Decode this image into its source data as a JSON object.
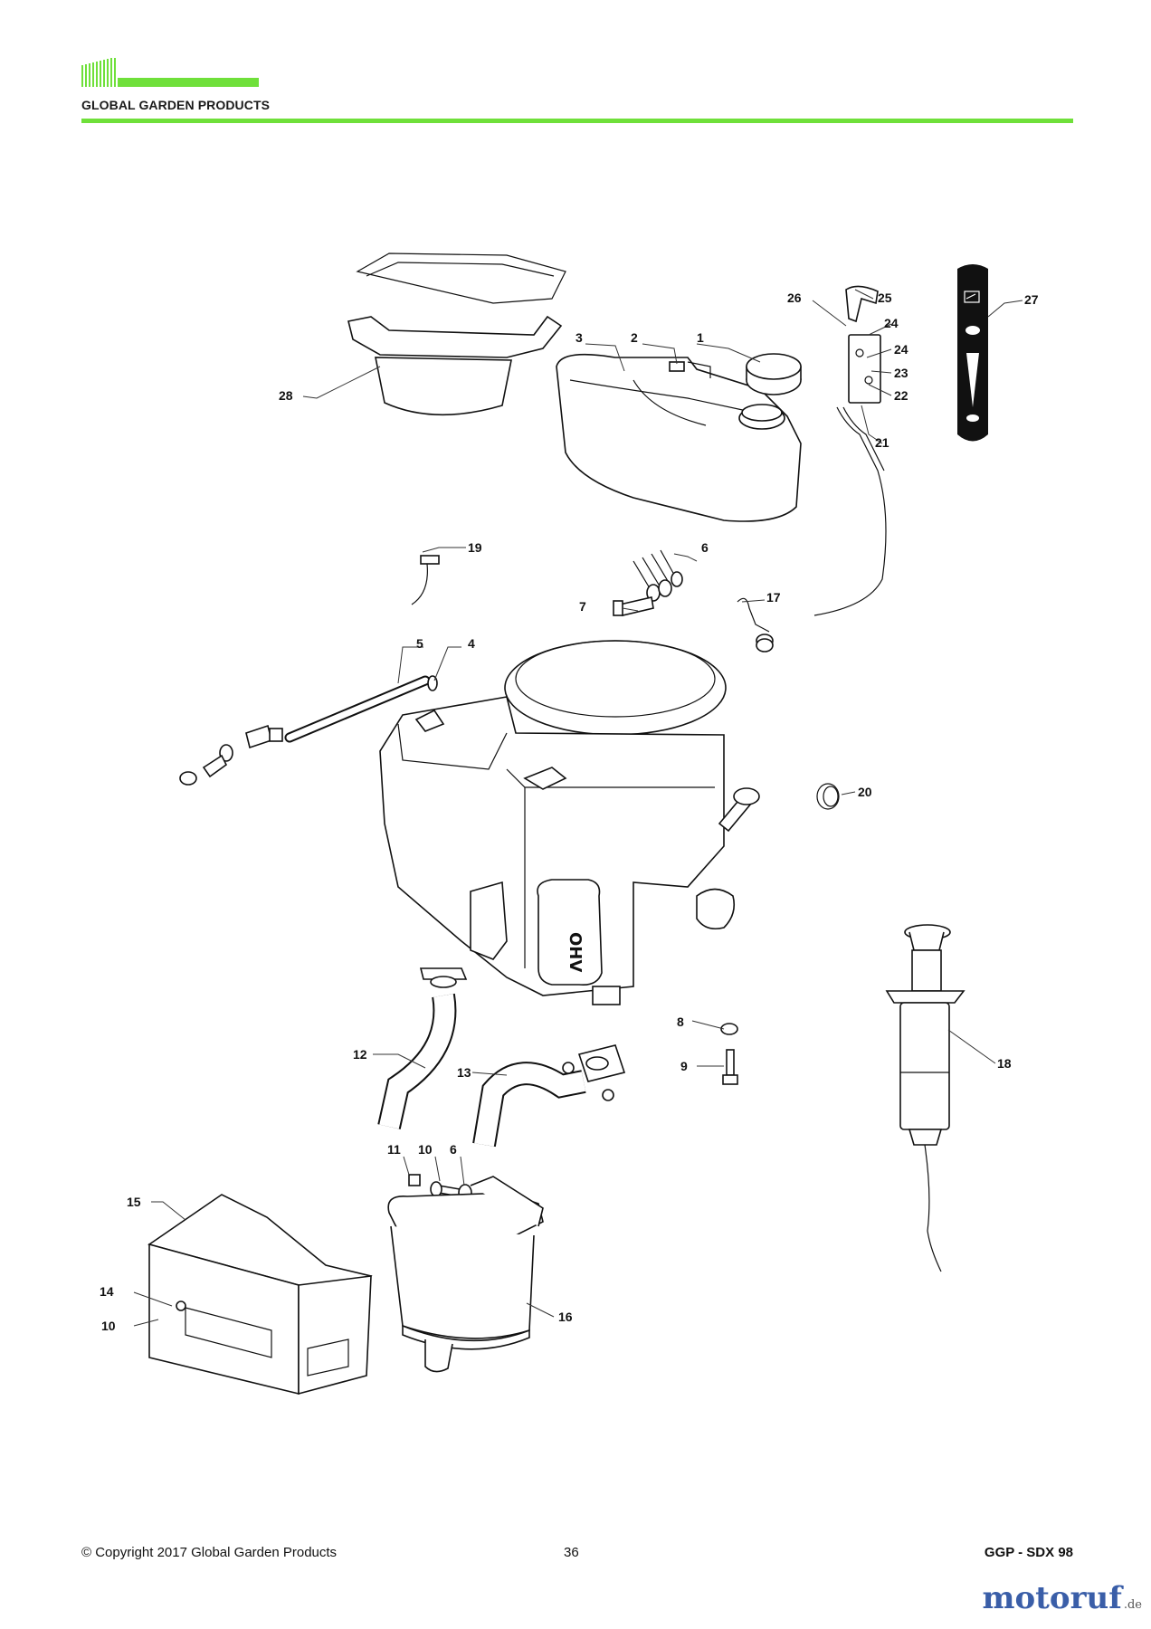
{
  "header": {
    "brand_name": "GLOBAL GARDEN PRODUCTS",
    "accent_color": "#6fe03a"
  },
  "diagram": {
    "callouts": {
      "c1": "1",
      "c2": "2",
      "c3": "3",
      "c4": "4",
      "c5": "5",
      "c6a": "6",
      "c6b": "6",
      "c7": "7",
      "c8": "8",
      "c9": "9",
      "c10a": "10",
      "c10b": "10",
      "c11": "11",
      "c12": "12",
      "c13": "13",
      "c14": "14",
      "c15": "15",
      "c16": "16",
      "c17": "17",
      "c18": "18",
      "c19": "19",
      "c20": "20",
      "c21": "21",
      "c22": "22",
      "c23": "23",
      "c24a": "24",
      "c24b": "24",
      "c25": "25",
      "c26": "26",
      "c27": "27",
      "c28": "28"
    },
    "engine_label": "OHV"
  },
  "footer": {
    "copyright": "© Copyright 2017 Global Garden Products",
    "page_number": "36",
    "model": "GGP - SDX 98"
  },
  "watermark": {
    "name_part1": "motor",
    "name_part2": "uf",
    "tld": ".de"
  }
}
